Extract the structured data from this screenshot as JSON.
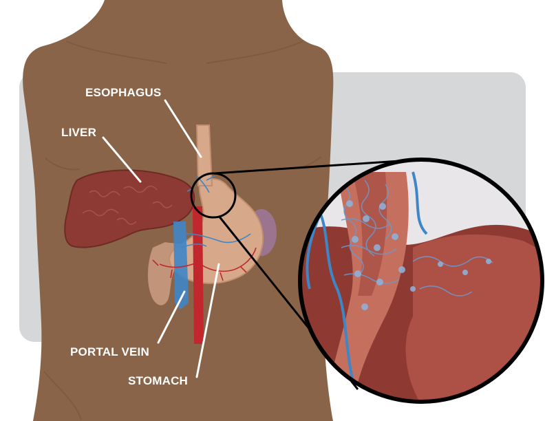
{
  "labels": {
    "esophagus": "ESOPHAGUS",
    "liver": "LIVER",
    "portal_vein": "PORTAL VEIN",
    "stomach": "STOMACH"
  },
  "colors": {
    "background_panel": "#d6d7d9",
    "skin": "#8a6448",
    "liver": "#8c3a33",
    "stomach": "#d7a98a",
    "vein_blue": "#3f86c6",
    "artery_red": "#c1272d",
    "label_text": "#ffffff",
    "callout_line": "#000000"
  }
}
